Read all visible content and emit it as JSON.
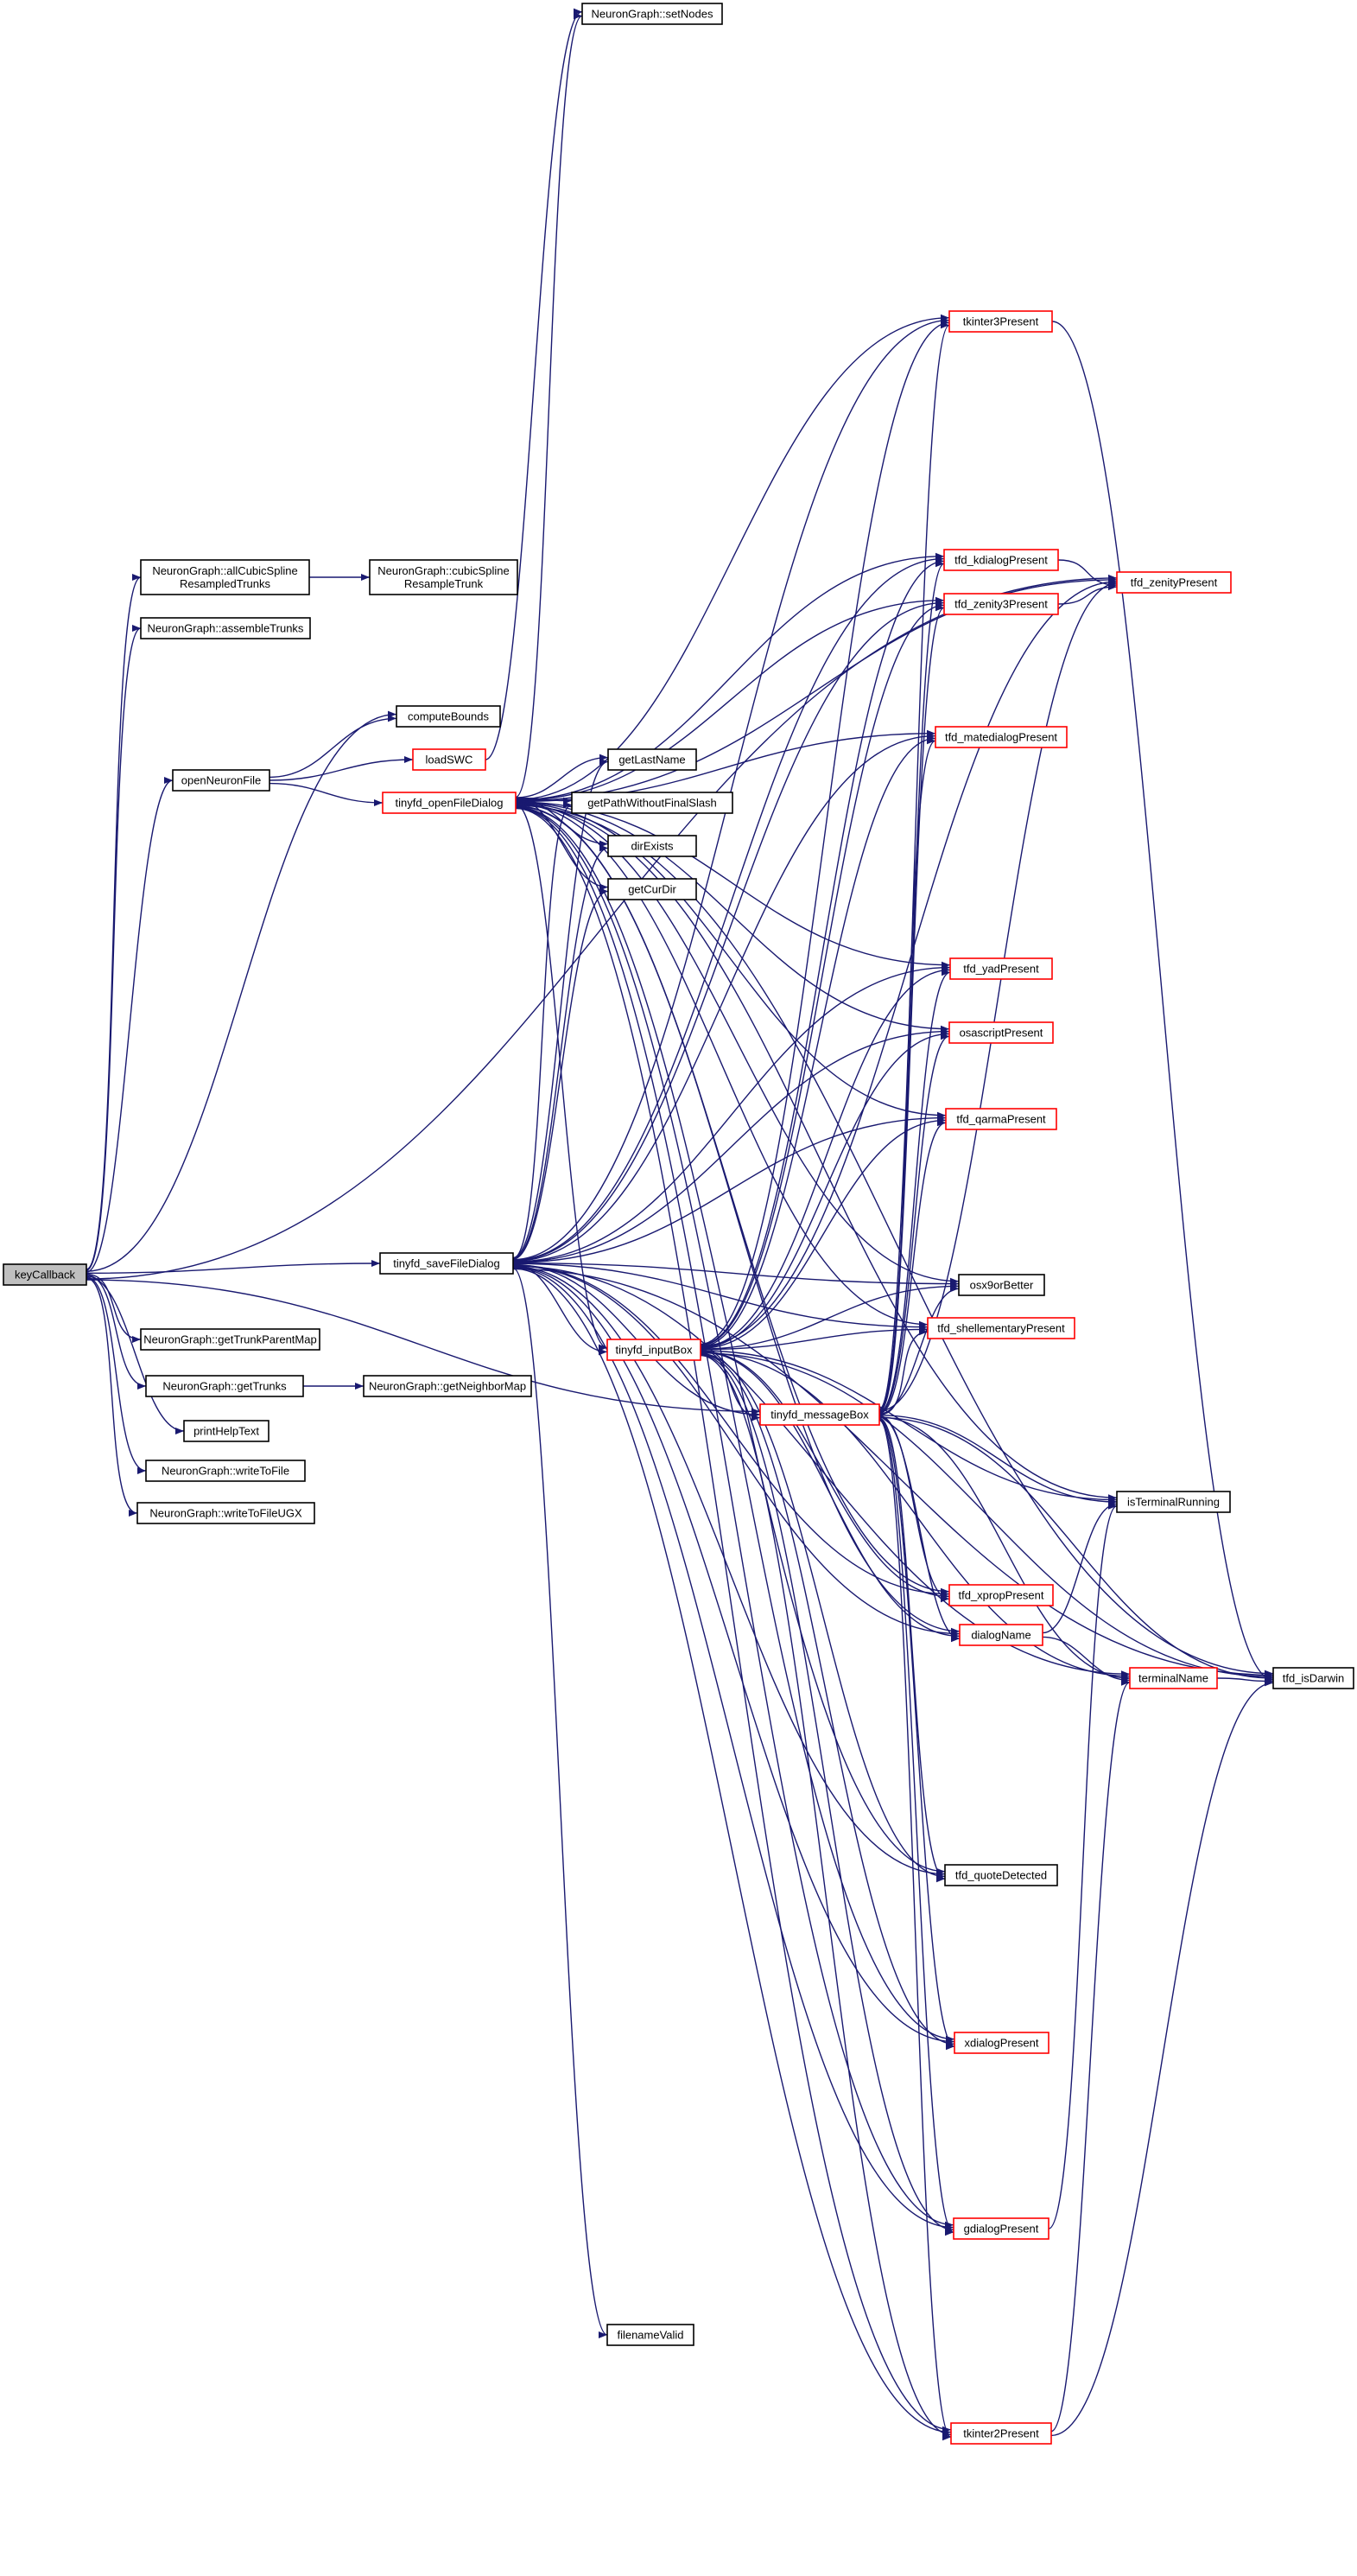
{
  "colors": {
    "edge": "#191970",
    "node_border_normal": "#000000",
    "node_border_truncated": "#ff0000",
    "root_fill": "#bfbfbf",
    "node_fill": "#ffffff"
  },
  "nodes": [
    {
      "id": "keyCallback",
      "lines": [
        "keyCallback"
      ],
      "style": "root"
    },
    {
      "id": "allCubicSpline",
      "lines": [
        "NeuronGraph::allCubicSpline",
        "ResampledTrunks"
      ],
      "style": "normal"
    },
    {
      "id": "cubicSpline",
      "lines": [
        "NeuronGraph::cubicSpline",
        "ResampleTrunk"
      ],
      "style": "normal"
    },
    {
      "id": "assembleTrunks",
      "lines": [
        "NeuronGraph::assembleTrunks"
      ],
      "style": "normal"
    },
    {
      "id": "computeBounds",
      "lines": [
        "computeBounds"
      ],
      "style": "normal"
    },
    {
      "id": "openNeuronFile",
      "lines": [
        "openNeuronFile"
      ],
      "style": "normal"
    },
    {
      "id": "loadSWC",
      "lines": [
        "loadSWC"
      ],
      "style": "truncated"
    },
    {
      "id": "openFileDialog",
      "lines": [
        "tinyfd_openFileDialog"
      ],
      "style": "truncated"
    },
    {
      "id": "setNodes",
      "lines": [
        "NeuronGraph::setNodes"
      ],
      "style": "normal"
    },
    {
      "id": "getLastName",
      "lines": [
        "getLastName"
      ],
      "style": "normal"
    },
    {
      "id": "getPathWithoutFinalSlash",
      "lines": [
        "getPathWithoutFinalSlash"
      ],
      "style": "normal"
    },
    {
      "id": "dirExists",
      "lines": [
        "dirExists"
      ],
      "style": "normal"
    },
    {
      "id": "getCurDir",
      "lines": [
        "getCurDir"
      ],
      "style": "normal"
    },
    {
      "id": "tkinter3Present",
      "lines": [
        "tkinter3Present"
      ],
      "style": "truncated"
    },
    {
      "id": "kdialogPresent",
      "lines": [
        "tfd_kdialogPresent"
      ],
      "style": "truncated"
    },
    {
      "id": "zenity3Present",
      "lines": [
        "tfd_zenity3Present"
      ],
      "style": "truncated"
    },
    {
      "id": "zenityPresent",
      "lines": [
        "tfd_zenityPresent"
      ],
      "style": "truncated"
    },
    {
      "id": "matedialogPresent",
      "lines": [
        "tfd_matedialogPresent"
      ],
      "style": "truncated"
    },
    {
      "id": "yadPresent",
      "lines": [
        "tfd_yadPresent"
      ],
      "style": "truncated"
    },
    {
      "id": "osascriptPresent",
      "lines": [
        "osascriptPresent"
      ],
      "style": "truncated"
    },
    {
      "id": "qarmaPresent",
      "lines": [
        "tfd_qarmaPresent"
      ],
      "style": "truncated"
    },
    {
      "id": "saveFileDialog",
      "lines": [
        "tinyfd_saveFileDialog"
      ],
      "style": "normal"
    },
    {
      "id": "osx9orBetter",
      "lines": [
        "osx9orBetter"
      ],
      "style": "normal"
    },
    {
      "id": "shellementaryPresent",
      "lines": [
        "tfd_shellementaryPresent"
      ],
      "style": "truncated"
    },
    {
      "id": "inputBox",
      "lines": [
        "tinyfd_inputBox"
      ],
      "style": "truncated"
    },
    {
      "id": "getTrunkParentMap",
      "lines": [
        "NeuronGraph::getTrunkParentMap"
      ],
      "style": "normal"
    },
    {
      "id": "getTrunks",
      "lines": [
        "NeuronGraph::getTrunks"
      ],
      "style": "normal"
    },
    {
      "id": "getNeighborMap",
      "lines": [
        "NeuronGraph::getNeighborMap"
      ],
      "style": "normal"
    },
    {
      "id": "printHelpText",
      "lines": [
        "printHelpText"
      ],
      "style": "normal"
    },
    {
      "id": "messageBox",
      "lines": [
        "tinyfd_messageBox"
      ],
      "style": "truncated"
    },
    {
      "id": "writeToFile",
      "lines": [
        "NeuronGraph::writeToFile"
      ],
      "style": "normal"
    },
    {
      "id": "writeToFileUGX",
      "lines": [
        "NeuronGraph::writeToFileUGX"
      ],
      "style": "normal"
    },
    {
      "id": "isTerminalRunning",
      "lines": [
        "isTerminalRunning"
      ],
      "style": "normal"
    },
    {
      "id": "xpropPresent",
      "lines": [
        "tfd_xpropPresent"
      ],
      "style": "truncated"
    },
    {
      "id": "dialogName",
      "lines": [
        "dialogName"
      ],
      "style": "truncated"
    },
    {
      "id": "terminalName",
      "lines": [
        "terminalName"
      ],
      "style": "truncated"
    },
    {
      "id": "isDarwin",
      "lines": [
        "tfd_isDarwin"
      ],
      "style": "normal"
    },
    {
      "id": "quoteDetected",
      "lines": [
        "tfd_quoteDetected"
      ],
      "style": "normal"
    },
    {
      "id": "xdialogPresent",
      "lines": [
        "xdialogPresent"
      ],
      "style": "truncated"
    },
    {
      "id": "gdialogPresent",
      "lines": [
        "gdialogPresent"
      ],
      "style": "truncated"
    },
    {
      "id": "filenameValid",
      "lines": [
        "filenameValid"
      ],
      "style": "normal"
    },
    {
      "id": "tkinter2Present",
      "lines": [
        "tkinter2Present"
      ],
      "style": "truncated"
    }
  ],
  "edges": [
    [
      "keyCallback",
      "allCubicSpline"
    ],
    [
      "keyCallback",
      "assembleTrunks"
    ],
    [
      "keyCallback",
      "computeBounds"
    ],
    [
      "keyCallback",
      "openNeuronFile"
    ],
    [
      "keyCallback",
      "saveFileDialog"
    ],
    [
      "keyCallback",
      "getTrunkParentMap"
    ],
    [
      "keyCallback",
      "getTrunks"
    ],
    [
      "keyCallback",
      "printHelpText"
    ],
    [
      "keyCallback",
      "writeToFile"
    ],
    [
      "keyCallback",
      "writeToFileUGX"
    ],
    [
      "keyCallback",
      "zenityPresent"
    ],
    [
      "keyCallback",
      "messageBox"
    ],
    [
      "allCubicSpline",
      "cubicSpline"
    ],
    [
      "openNeuronFile",
      "computeBounds"
    ],
    [
      "openNeuronFile",
      "loadSWC"
    ],
    [
      "openNeuronFile",
      "openFileDialog"
    ],
    [
      "loadSWC",
      "setNodes"
    ],
    [
      "getTrunks",
      "getNeighborMap"
    ],
    [
      "openFileDialog",
      "setNodes"
    ],
    [
      "openFileDialog",
      "getLastName"
    ],
    [
      "openFileDialog",
      "getPathWithoutFinalSlash"
    ],
    [
      "openFileDialog",
      "dirExists"
    ],
    [
      "openFileDialog",
      "getCurDir"
    ],
    [
      "openFileDialog",
      "tkinter3Present"
    ],
    [
      "openFileDialog",
      "kdialogPresent"
    ],
    [
      "openFileDialog",
      "zenity3Present"
    ],
    [
      "openFileDialog",
      "zenityPresent"
    ],
    [
      "openFileDialog",
      "matedialogPresent"
    ],
    [
      "openFileDialog",
      "yadPresent"
    ],
    [
      "openFileDialog",
      "osascriptPresent"
    ],
    [
      "openFileDialog",
      "qarmaPresent"
    ],
    [
      "openFileDialog",
      "osx9orBetter"
    ],
    [
      "openFileDialog",
      "shellementaryPresent"
    ],
    [
      "openFileDialog",
      "inputBox"
    ],
    [
      "openFileDialog",
      "isTerminalRunning"
    ],
    [
      "openFileDialog",
      "isDarwin"
    ],
    [
      "openFileDialog",
      "xpropPresent"
    ],
    [
      "openFileDialog",
      "dialogName"
    ],
    [
      "openFileDialog",
      "quoteDetected"
    ],
    [
      "openFileDialog",
      "xdialogPresent"
    ],
    [
      "openFileDialog",
      "gdialogPresent"
    ],
    [
      "openFileDialog",
      "tkinter2Present"
    ],
    [
      "saveFileDialog",
      "getLastName"
    ],
    [
      "saveFileDialog",
      "getPathWithoutFinalSlash"
    ],
    [
      "saveFileDialog",
      "dirExists"
    ],
    [
      "saveFileDialog",
      "getCurDir"
    ],
    [
      "saveFileDialog",
      "tkinter3Present"
    ],
    [
      "saveFileDialog",
      "kdialogPresent"
    ],
    [
      "saveFileDialog",
      "zenity3Present"
    ],
    [
      "saveFileDialog",
      "matedialogPresent"
    ],
    [
      "saveFileDialog",
      "yadPresent"
    ],
    [
      "saveFileDialog",
      "osascriptPresent"
    ],
    [
      "saveFileDialog",
      "qarmaPresent"
    ],
    [
      "saveFileDialog",
      "osx9orBetter"
    ],
    [
      "saveFileDialog",
      "shellementaryPresent"
    ],
    [
      "saveFileDialog",
      "inputBox"
    ],
    [
      "saveFileDialog",
      "messageBox"
    ],
    [
      "saveFileDialog",
      "xpropPresent"
    ],
    [
      "saveFileDialog",
      "dialogName"
    ],
    [
      "saveFileDialog",
      "terminalName"
    ],
    [
      "saveFileDialog",
      "quoteDetected"
    ],
    [
      "saveFileDialog",
      "xdialogPresent"
    ],
    [
      "saveFileDialog",
      "gdialogPresent"
    ],
    [
      "saveFileDialog",
      "filenameValid"
    ],
    [
      "saveFileDialog",
      "tkinter2Present"
    ],
    [
      "saveFileDialog",
      "isDarwin"
    ],
    [
      "inputBox",
      "tkinter3Present"
    ],
    [
      "inputBox",
      "kdialogPresent"
    ],
    [
      "inputBox",
      "zenity3Present"
    ],
    [
      "inputBox",
      "zenityPresent"
    ],
    [
      "inputBox",
      "matedialogPresent"
    ],
    [
      "inputBox",
      "yadPresent"
    ],
    [
      "inputBox",
      "osascriptPresent"
    ],
    [
      "inputBox",
      "qarmaPresent"
    ],
    [
      "inputBox",
      "osx9orBetter"
    ],
    [
      "inputBox",
      "shellementaryPresent"
    ],
    [
      "inputBox",
      "messageBox"
    ],
    [
      "inputBox",
      "isTerminalRunning"
    ],
    [
      "inputBox",
      "xpropPresent"
    ],
    [
      "inputBox",
      "dialogName"
    ],
    [
      "inputBox",
      "terminalName"
    ],
    [
      "inputBox",
      "isDarwin"
    ],
    [
      "inputBox",
      "quoteDetected"
    ],
    [
      "inputBox",
      "xdialogPresent"
    ],
    [
      "inputBox",
      "gdialogPresent"
    ],
    [
      "inputBox",
      "tkinter2Present"
    ],
    [
      "messageBox",
      "tkinter3Present"
    ],
    [
      "messageBox",
      "kdialogPresent"
    ],
    [
      "messageBox",
      "zenity3Present"
    ],
    [
      "messageBox",
      "zenityPresent"
    ],
    [
      "messageBox",
      "matedialogPresent"
    ],
    [
      "messageBox",
      "yadPresent"
    ],
    [
      "messageBox",
      "osascriptPresent"
    ],
    [
      "messageBox",
      "qarmaPresent"
    ],
    [
      "messageBox",
      "osx9orBetter"
    ],
    [
      "messageBox",
      "shellementaryPresent"
    ],
    [
      "messageBox",
      "isTerminalRunning"
    ],
    [
      "messageBox",
      "xpropPresent"
    ],
    [
      "messageBox",
      "dialogName"
    ],
    [
      "messageBox",
      "terminalName"
    ],
    [
      "messageBox",
      "isDarwin"
    ],
    [
      "messageBox",
      "quoteDetected"
    ],
    [
      "messageBox",
      "xdialogPresent"
    ],
    [
      "messageBox",
      "gdialogPresent"
    ],
    [
      "messageBox",
      "tkinter2Present"
    ],
    [
      "tkinter3Present",
      "isDarwin"
    ],
    [
      "kdialogPresent",
      "zenityPresent"
    ],
    [
      "zenity3Present",
      "zenityPresent"
    ],
    [
      "dialogName",
      "isTerminalRunning"
    ],
    [
      "dialogName",
      "terminalName"
    ],
    [
      "terminalName",
      "isDarwin"
    ],
    [
      "gdialogPresent",
      "isTerminalRunning"
    ],
    [
      "tkinter2Present",
      "terminalName"
    ],
    [
      "tkinter2Present",
      "isDarwin"
    ]
  ]
}
